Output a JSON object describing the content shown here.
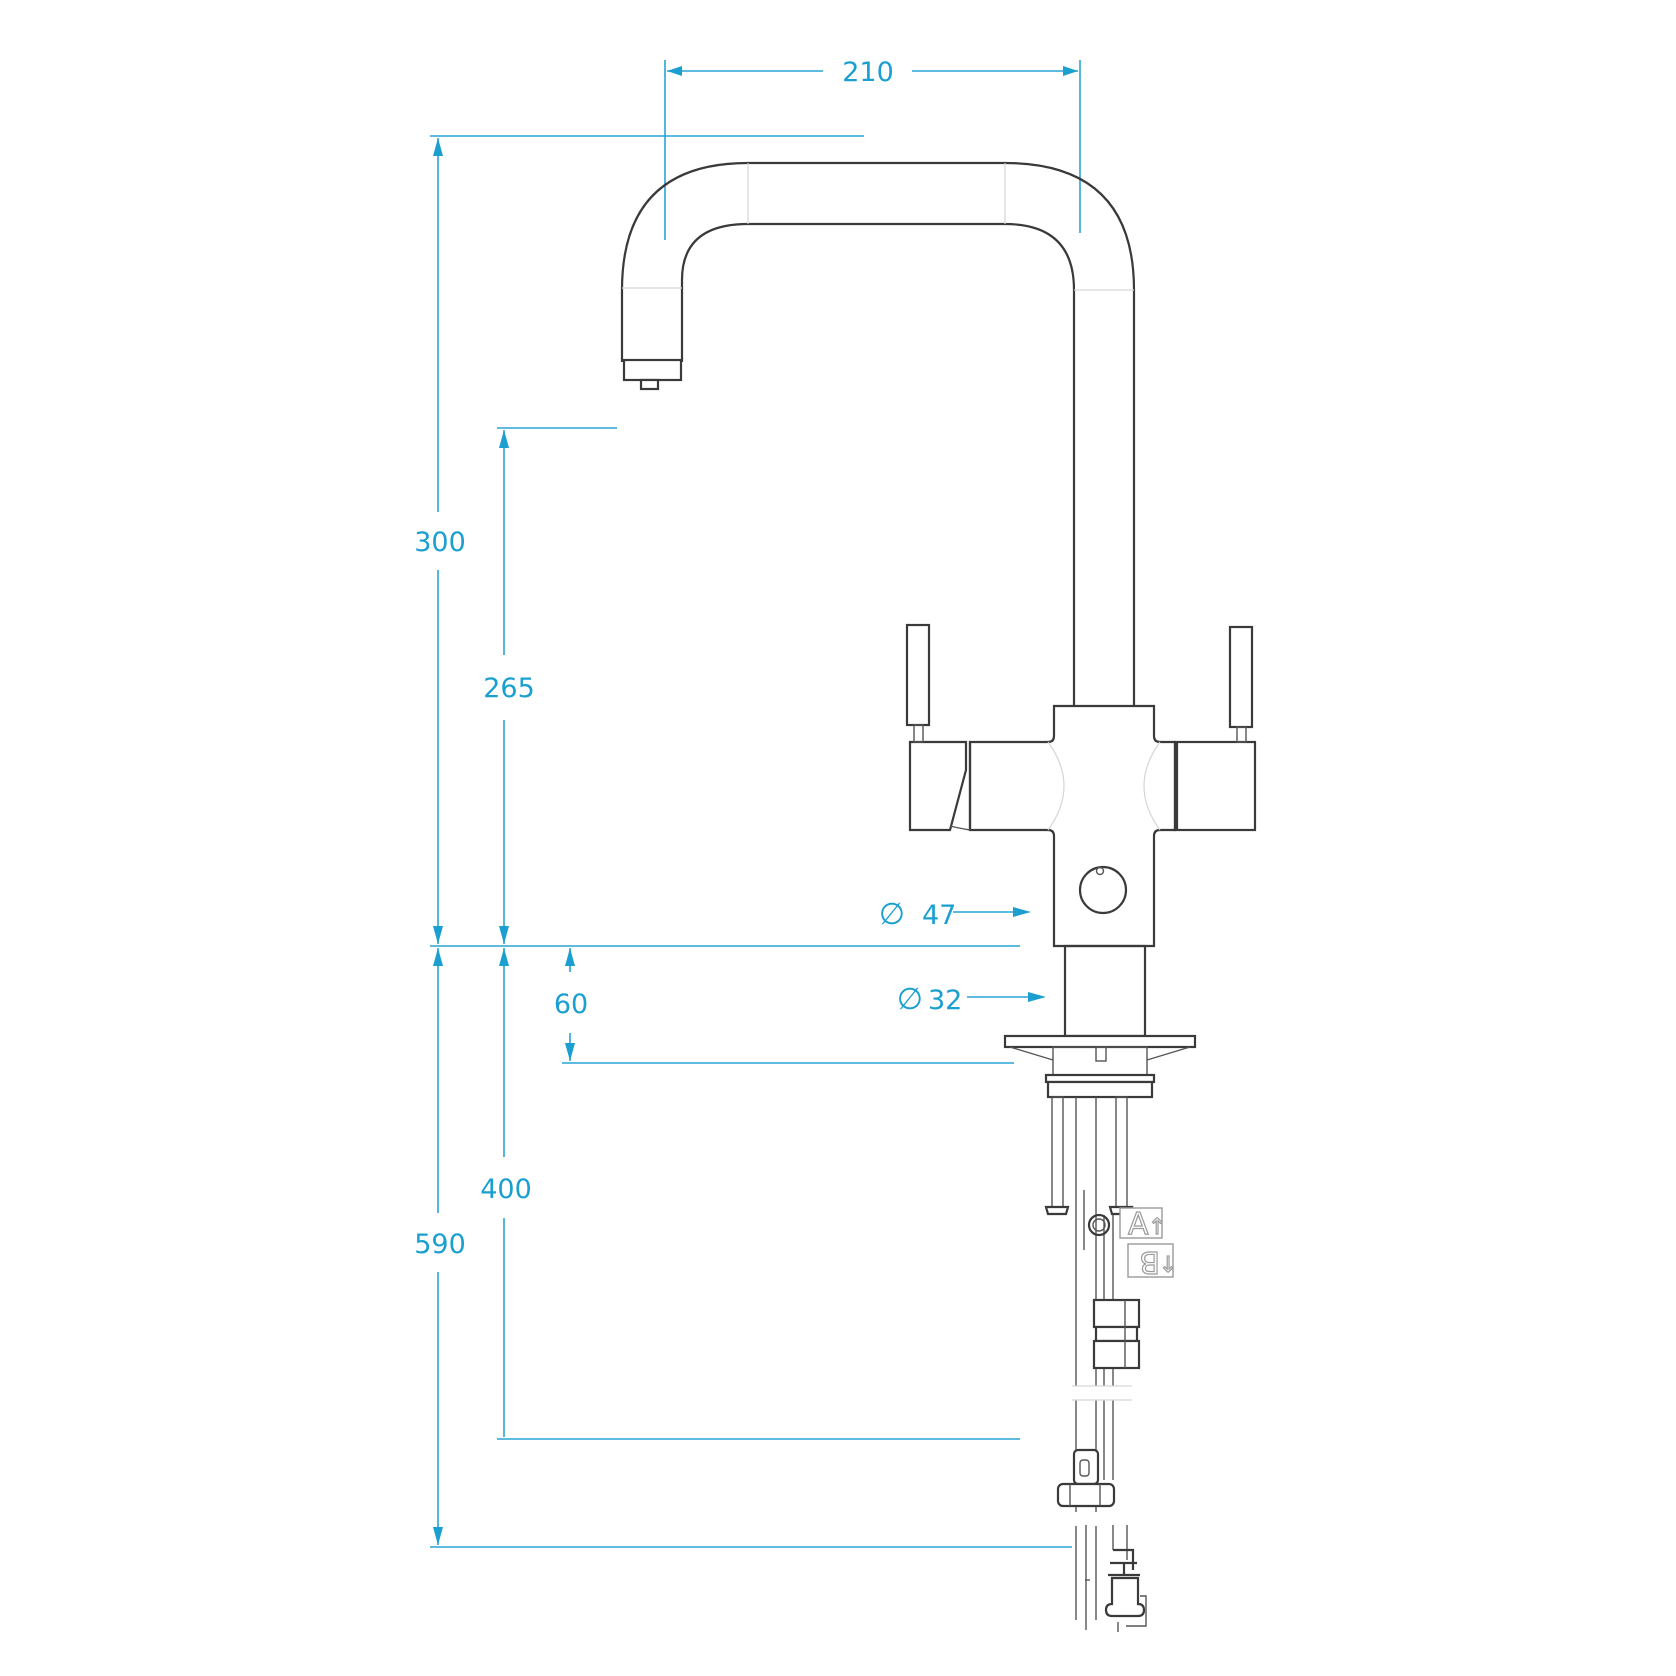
{
  "drawing": {
    "subject": "kitchen mixer tap technical drawing",
    "colors": {
      "dimension": "#1a9fd0",
      "outline": "#3a3a3a",
      "background": "#ffffff"
    },
    "dimensions": {
      "spout_reach": "210",
      "total_height_above_deck": "300",
      "spout_outlet_height": "265",
      "body_diameter": "47",
      "base_diameter": "32",
      "deck_thickness": "60",
      "hose_length": "400",
      "total_below_deck": "590"
    },
    "diameter_symbol": "∅",
    "connection_labels": {
      "a": "A",
      "b": "B"
    }
  }
}
